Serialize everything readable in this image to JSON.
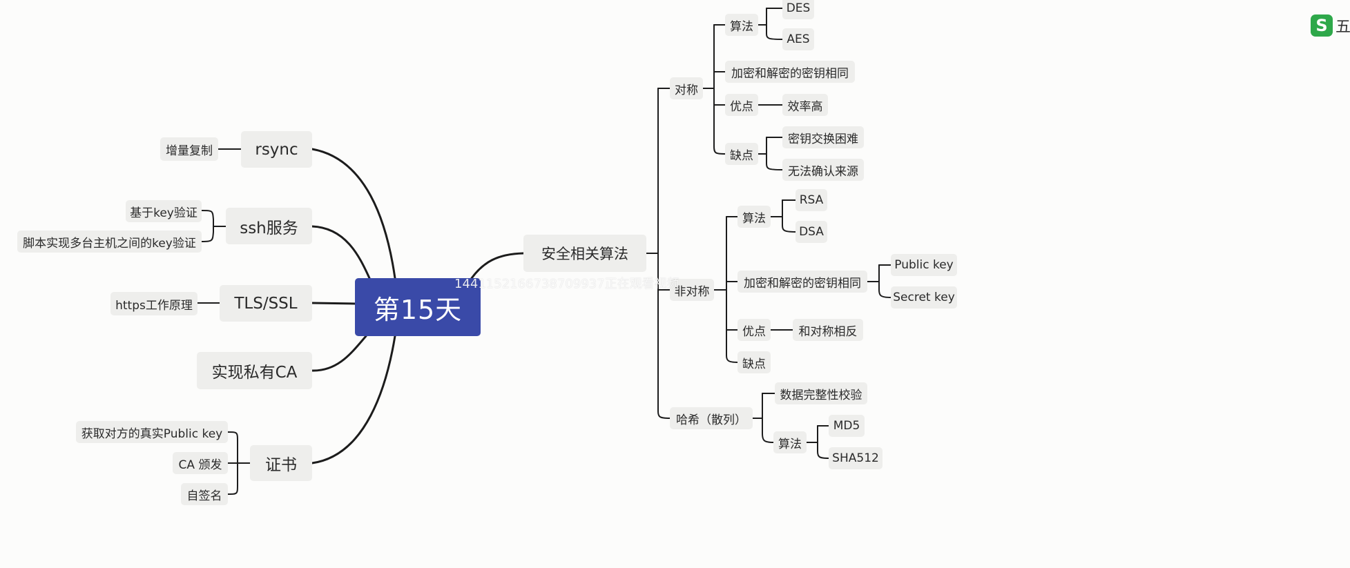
{
  "root": "第15天",
  "left_branches": {
    "rsync": "rsync",
    "rsync_children": [
      "增量复制"
    ],
    "ssh": "ssh服务",
    "ssh_children": [
      "基于key验证",
      "脚本实现多台主机之间的key验证"
    ],
    "tls": "TLS/SSL",
    "tls_children": [
      "https工作原理"
    ],
    "ca": "实现私有CA",
    "cert": "证书",
    "cert_children": [
      "获取对方的真实Public key",
      "CA 颁发",
      "自签名"
    ]
  },
  "right_branch": {
    "label": "安全相关算法",
    "symmetric": {
      "label": "对称",
      "algo": "算法",
      "algo_children": [
        "DES",
        "AES"
      ],
      "same_key": "加密和解密的密钥相同",
      "pros": "优点",
      "pros_children": [
        "效率高"
      ],
      "cons": "缺点",
      "cons_children": [
        "密钥交换困难",
        "无法确认来源"
      ]
    },
    "asymmetric": {
      "label": "非对称",
      "algo": "算法",
      "algo_children": [
        "RSA",
        "DSA"
      ],
      "keys": "加密和解密的密钥相同",
      "keys_children": [
        "Public key",
        "Secret key"
      ],
      "pros": "优点",
      "pros_children": [
        "和对称相反"
      ],
      "cons": "缺点"
    },
    "hash": {
      "label": "哈希（散列）",
      "integrity": "数据完整性校验",
      "algo": "算法",
      "algo_children": [
        "MD5",
        "SHA512"
      ]
    }
  },
  "watermark": "1441152166738709937正在观看视频",
  "app_logo": {
    "icon": "app-s-logo-icon",
    "text": "五",
    "color": "#2ea84a"
  },
  "colors": {
    "root_bg": "#3a4aa8",
    "node_bg": "#eeeeec",
    "line": "#1c1c1c"
  }
}
